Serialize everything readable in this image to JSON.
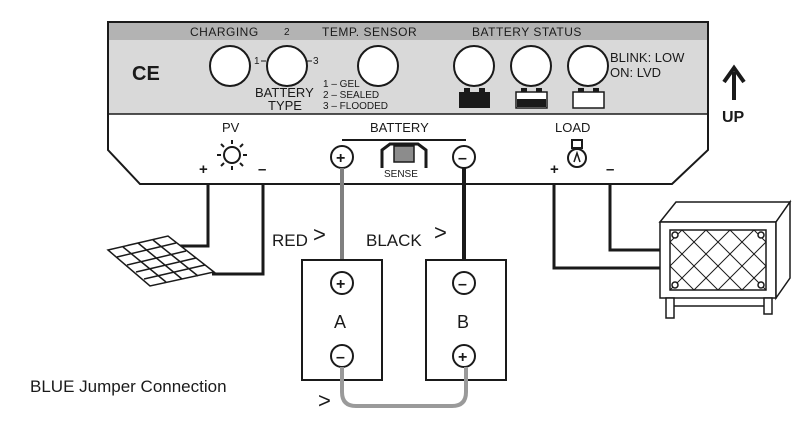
{
  "controller": {
    "header": {
      "charging": "CHARGING",
      "charging_num": "2",
      "temp_sensor": "TEMP. SENSOR",
      "battery_status": "BATTERY STATUS"
    },
    "ce_mark": "CE",
    "dial_marks": {
      "one": "1",
      "three": "3"
    },
    "battery_type": {
      "line1": "BATTERY",
      "line2": "TYPE",
      "opt1": "1 – GEL",
      "opt2": "2 – SEALED",
      "opt3": "3 – FLOODED"
    },
    "status_legend": {
      "blink": "BLINK: LOW",
      "on": "ON: LVD"
    },
    "pv_label": "PV",
    "battery_label": "BATTERY",
    "sense_label": "SENSE",
    "load_label": "LOAD",
    "plus": "+",
    "minus": "–"
  },
  "up_label": "UP",
  "wires": {
    "red_label": "RED",
    "black_label": "BLACK",
    "jumper_label": "BLUE Jumper Connection",
    "arrow": ">"
  },
  "batteries": {
    "a": {
      "label": "A"
    },
    "b": {
      "label": "B"
    }
  },
  "colors": {
    "panel_header": "#b3b3b3",
    "panel_body": "#d9d9d9",
    "red_wire": "#808080",
    "black_wire": "#1a1a1a",
    "jumper_wire": "#9a9a9a"
  }
}
